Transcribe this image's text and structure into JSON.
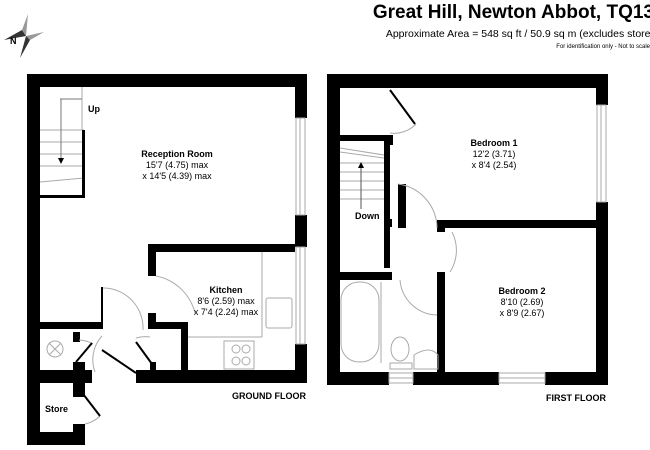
{
  "header": {
    "title": "Great Hill, Newton Abbot, TQ13",
    "area": "Approximate Area = 548 sq ft / 50.9 sq m (excludes store)",
    "note": "For identification only - Not to scale"
  },
  "compass": {
    "label": "N"
  },
  "ground_floor": {
    "label": "GROUND FLOOR",
    "stairs_label": "Up",
    "rooms": [
      {
        "name": "Reception Room",
        "dim1": "15'7 (4.75) max",
        "dim2": "x 14'5 (4.39) max"
      },
      {
        "name": "Kitchen",
        "dim1": "8'6 (2.59) max",
        "dim2": "x 7'4 (2.24) max"
      },
      {
        "name": "Store"
      }
    ]
  },
  "first_floor": {
    "label": "FIRST FLOOR",
    "stairs_label": "Down",
    "rooms": [
      {
        "name": "Bedroom 1",
        "dim1": "12'2 (3.71)",
        "dim2": "x 8'4 (2.54)"
      },
      {
        "name": "Bedroom 2",
        "dim1": "8'10 (2.69)",
        "dim2": "x 8'9 (2.67)"
      }
    ]
  },
  "colors": {
    "wall": "#000000",
    "fixture": "#888888"
  }
}
